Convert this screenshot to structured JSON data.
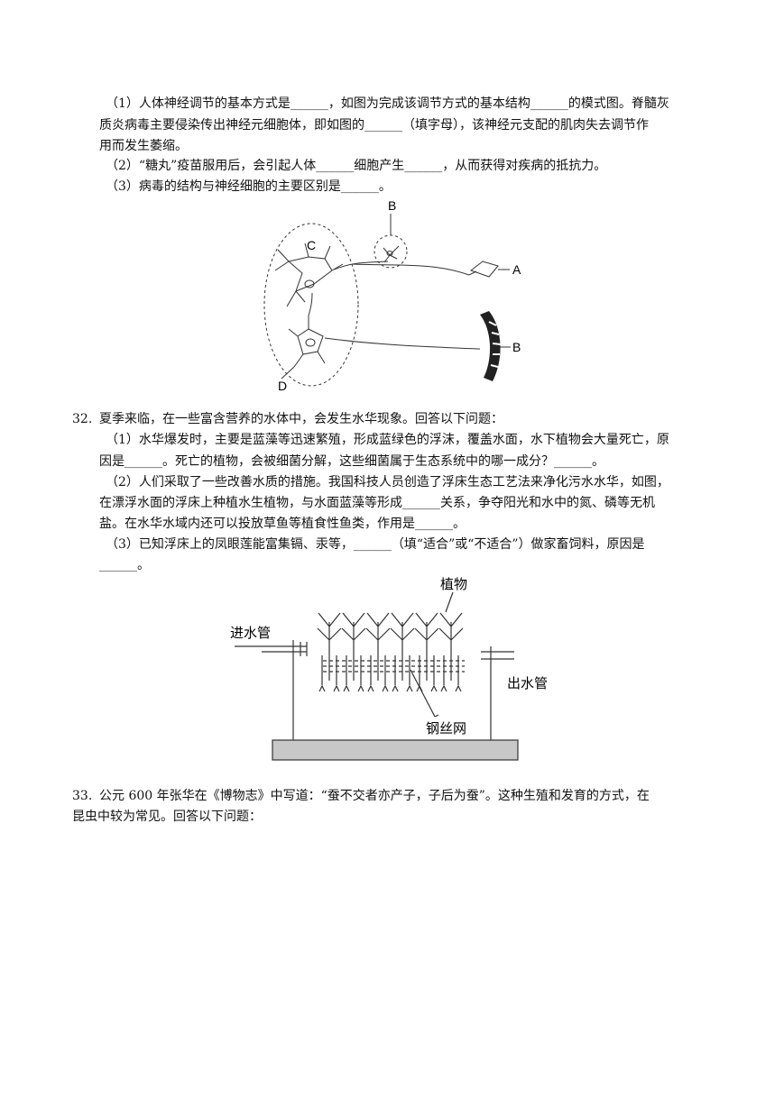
{
  "q31": {
    "l1": "（1）人体神经调节的基本方式是______，如图为完成该调节方式的基本结构______的模式图。脊髓灰",
    "l2": "质炎病毒主要侵染传出神经元细胞体，即如图的______（填字母），该神经元支配的肌肉失去调节作",
    "l3": "用而发生萎缩。",
    "l4": "（2）“糖丸”疫苗服用后，会引起人体______细胞产生______，从而获得对疾病的抵抗力。",
    "l5": "（3）病毒的结构与神经细胞的主要区别是______。",
    "figure": {
      "label_b_top": "B",
      "label_c": "C",
      "label_a": "A",
      "label_b_right": "B",
      "label_d": "D"
    }
  },
  "q32": {
    "num": "32.",
    "l1": "夏季来临，在一些富含营养的水体中，会发生水华现象。回答以下问题：",
    "l2": "（1）水华爆发时，主要是蓝藻等迅速繁殖，形成蓝绿色的浮沫，覆盖水面，水下植物会大量死亡，原",
    "l3": "因是______。死亡的植物，会被细菌分解，这些细菌属于生态系统中的哪一成分？______。",
    "l4": "（2）人们采取了一些改善水质的措施。我国科技人员创造了浮床生态工艺法来净化污水水华，如图，",
    "l5": "在漂浮水面的浮床上种植水生植物，与水面蓝藻等形成______关系，争夺阳光和水中的氮、磷等无机",
    "l6": "盐。在水华水域内还可以投放草鱼等植食性鱼类，作用是______。",
    "l7": "（3）已知浮床上的凤眼莲能富集镉、汞等，______（填“适合”或“不适合”）做家畜饲料，原因是",
    "l8": "______。",
    "figure": {
      "plant_label": "植物",
      "inlet_label": "进水管",
      "outlet_label": "出水管",
      "mesh_label": "钢丝网"
    }
  },
  "q33": {
    "num": "33.",
    "l1": "公元 600 年张华在《博物志》中写道：“蚕不交者亦产子，子后为蚕”。这种生殖和发育的方式，在",
    "l2": "昆虫中较为常见。回答以下问题："
  }
}
